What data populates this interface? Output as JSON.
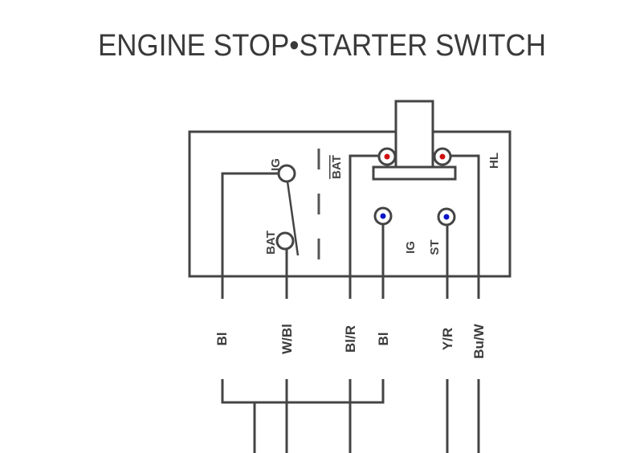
{
  "title": "ENGINE STOP•STARTER SWITCH",
  "switch": {
    "left_terminals": {
      "ig_label": "IG",
      "bat_label": "BAT"
    },
    "right_labels": {
      "bat_bar_label": "BAT",
      "hl_label": "HL",
      "ig_label": "IG",
      "st_label": "ST"
    },
    "marker_colors": {
      "upper_terminals": "#d01010",
      "lower_terminals": "#0a14c8"
    }
  },
  "wires": [
    {
      "id": "bl-1",
      "label": "Bl"
    },
    {
      "id": "w-bl",
      "label": "W/Bl"
    },
    {
      "id": "bl-r",
      "label": "Bl/R"
    },
    {
      "id": "bl-2",
      "label": "Bl"
    },
    {
      "id": "y-r",
      "label": "Y/R"
    },
    {
      "id": "bu-w",
      "label": "Bu/W"
    }
  ]
}
